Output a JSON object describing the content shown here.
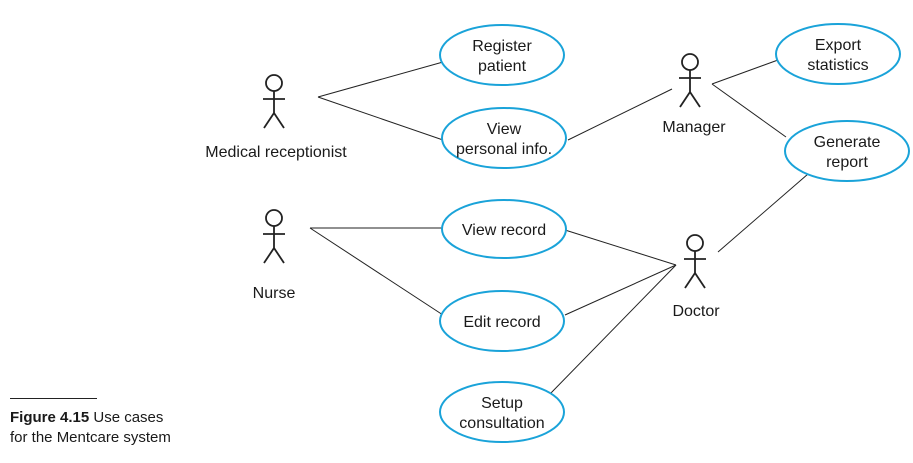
{
  "actors": {
    "medical_receptionist": "Medical receptionist",
    "nurse": "Nurse",
    "manager": "Manager",
    "doctor": "Doctor"
  },
  "use_cases": {
    "register_patient": [
      "Register",
      "patient"
    ],
    "view_personal_info": [
      "View",
      "personal info."
    ],
    "view_record": [
      "View record"
    ],
    "edit_record": [
      "Edit record"
    ],
    "setup_consultation": [
      "Setup",
      "consultation"
    ],
    "export_statistics": [
      "Export",
      "statistics"
    ],
    "generate_report": [
      "Generate",
      "report"
    ]
  },
  "caption": {
    "label": "Figure 4.15",
    "text_line1": "Use cases",
    "text_line2": "for the Mentcare system"
  },
  "colors": {
    "use_case_border": "#1aa3d9",
    "line": "#222222",
    "text": "#1a1a1a"
  }
}
